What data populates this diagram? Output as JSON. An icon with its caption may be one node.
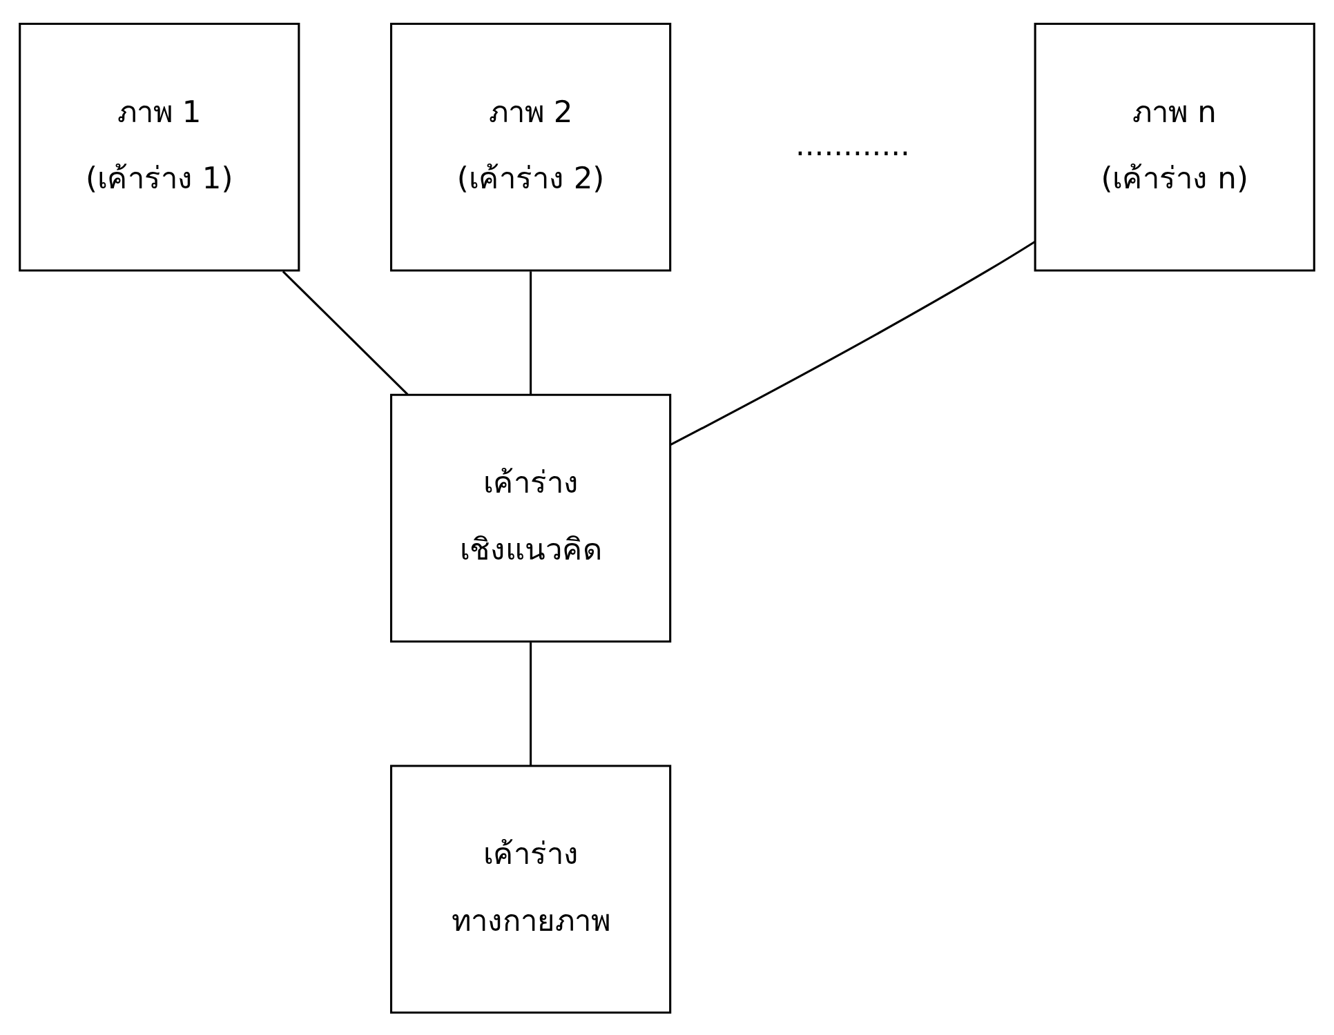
{
  "diagram": {
    "nodes": [
      {
        "text": [
          "ภาพ 1",
          "(เค้าร่าง 1)"
        ]
      },
      {
        "text": [
          "ภาพ 2",
          "(เค้าร่าง 2)"
        ]
      },
      {
        "text": [
          "ภาพ n",
          "(เค้าร่าง n)"
        ]
      },
      {
        "text": [
          "เค้าร่าง",
          "เชิงแนวคิด"
        ]
      },
      {
        "text": [
          "เค้าร่าง",
          "ทางกายภาพ"
        ]
      }
    ],
    "edges": [
      {
        "from": 0,
        "to": 3,
        "arrow": "none"
      },
      {
        "from": 1,
        "to": 3,
        "arrow": "none"
      },
      {
        "from": 2,
        "to": 3,
        "arrow": "none"
      },
      {
        "from": 3,
        "to": 4,
        "arrow": "none"
      }
    ],
    "labels": [
      "............"
    ]
  }
}
